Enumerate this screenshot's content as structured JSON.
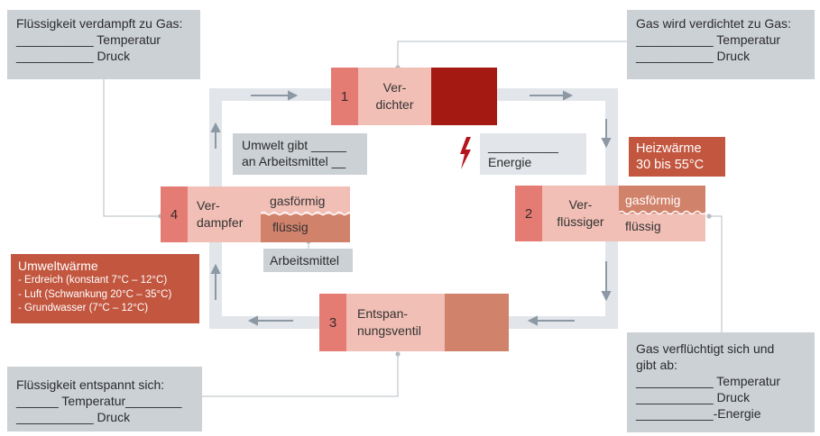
{
  "top_left_box": {
    "lines": [
      "Flüssigkeit verdampft zu Gas:",
      "___________ Temperatur",
      "___________ Druck"
    ]
  },
  "top_right_box": {
    "lines": [
      "Gas wird verdichtet zu Gas:",
      "___________ Temperatur",
      "___________ Druck"
    ]
  },
  "bottom_left_box": {
    "lines": [
      "Flüssigkeit entspannt sich:",
      "______ Temperatur________",
      "___________ Druck"
    ]
  },
  "bottom_right_box": {
    "lines": [
      "Gas verflüchtigt sich und",
      "gibt ab:",
      "___________ Temperatur",
      "___________ Druck",
      "___________-Energie"
    ]
  },
  "components": {
    "verdichter": {
      "number": "1",
      "label": "Ver-\ndichter"
    },
    "verfluessiger": {
      "number": "2",
      "label": "Ver-\nflüssiger",
      "state_top": "gasförmig",
      "state_bottom": "flüssig"
    },
    "entspannungsventil": {
      "number": "3",
      "label": "Entspan-\nnungsventil"
    },
    "verdampfer": {
      "number": "4",
      "label": "Ver-\ndampfer",
      "state_top": "gasförmig",
      "state_bottom": "flüssig"
    }
  },
  "umwelt_box": {
    "lines": [
      "Umwelt gibt _____",
      "an Arbeitsmittel __"
    ]
  },
  "energie_box": {
    "lines": [
      "__________",
      "Energie"
    ]
  },
  "arbeitsmittel_label": "Arbeitsmittel",
  "heizwaerme_box": {
    "lines": [
      "Heizwärme",
      "30 bis 55°C"
    ]
  },
  "umweltwaerme_box": {
    "title": "Umweltwärme",
    "items": [
      "- Erdreich (konstant 7°C – 12°C)",
      "- Luft (Schwankung 20°C – 35°C)",
      "- Grundwasser (7°C – 12°C)"
    ]
  },
  "colors": {
    "gray_box": "#ccd1d6",
    "loop": "#e2e6ea",
    "arrow": "#8c99a5",
    "number_cell": "#e47c74",
    "label_cell": "#f1bfb5",
    "hot": "#a51913",
    "warm": "#d1826b",
    "heat_box": "#c2563f",
    "lightning": "#b5161d"
  }
}
